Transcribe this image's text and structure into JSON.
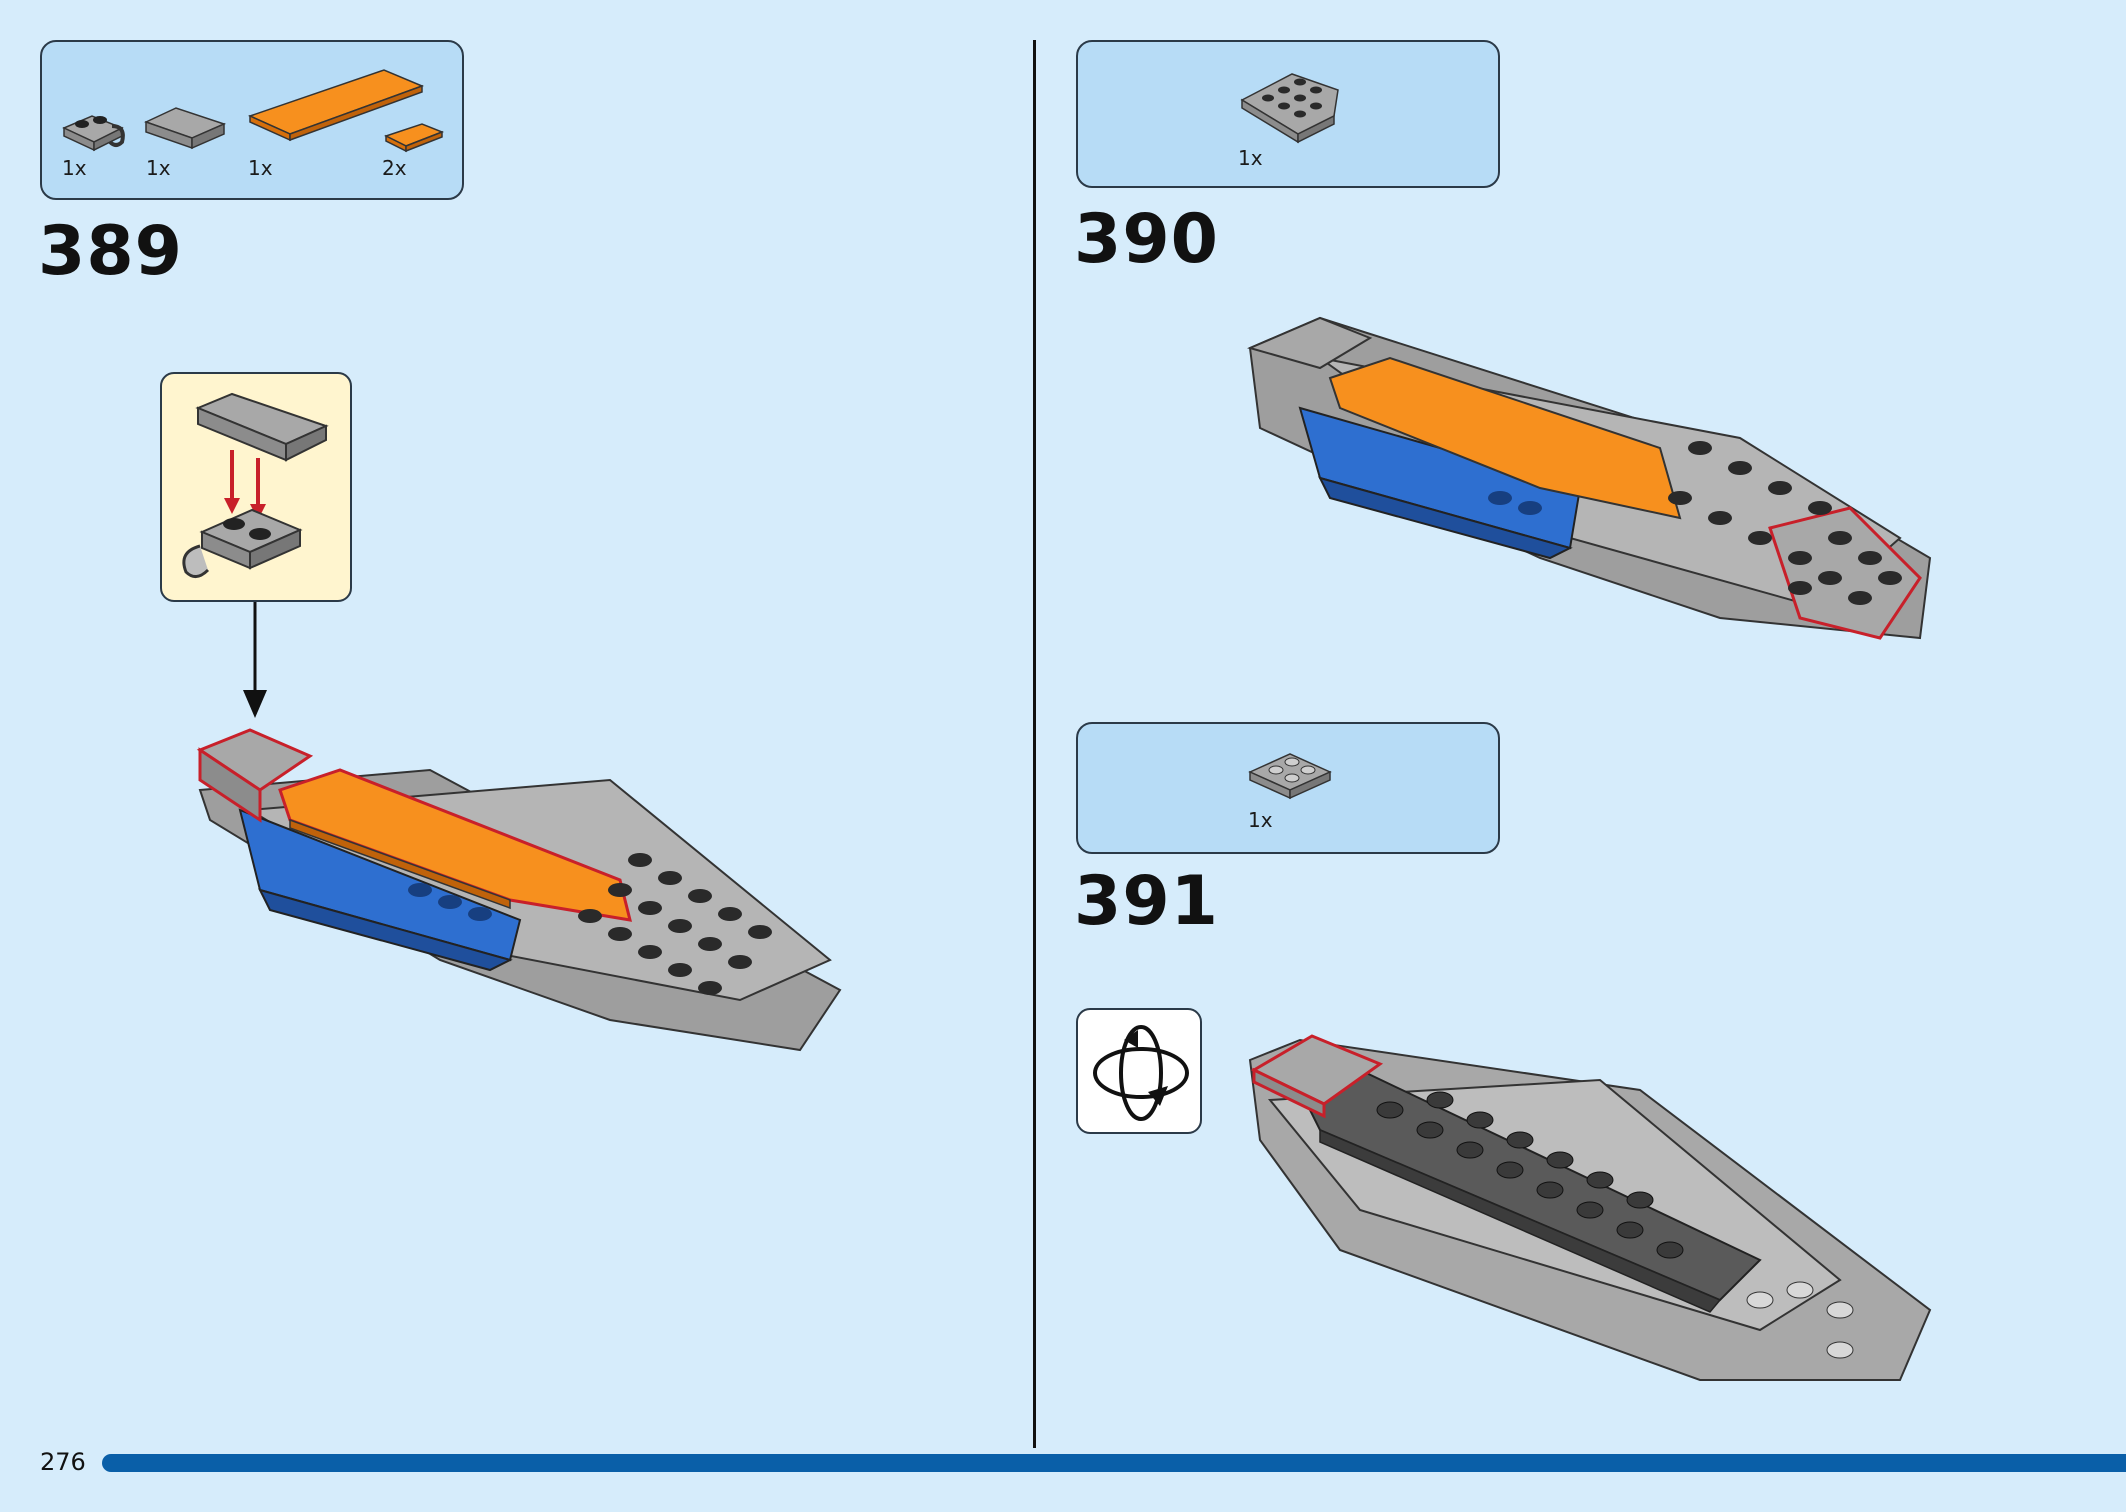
{
  "page_number": "276",
  "steps": [
    {
      "number": "389",
      "parts": [
        {
          "qty": "1x",
          "icon": "plate-clip-icon",
          "color": "#9b9b9b"
        },
        {
          "qty": "1x",
          "icon": "curved-slope-icon",
          "color": "#9b9b9b"
        },
        {
          "qty": "1x",
          "icon": "tile-orange-long-icon",
          "color": "#f7901e"
        },
        {
          "qty": "2x",
          "icon": "tile-orange-small-icon",
          "color": "#f7901e"
        }
      ]
    },
    {
      "number": "390",
      "parts": [
        {
          "qty": "1x",
          "icon": "round-corner-plate-icon",
          "color": "#9b9b9b"
        }
      ]
    },
    {
      "number": "391",
      "parts": [
        {
          "qty": "1x",
          "icon": "plate-2x2-icon",
          "color": "#9b9b9b"
        }
      ]
    }
  ],
  "colors": {
    "background": "#d6ecfb",
    "parts_box": "#b7dcf6",
    "callout": "#fff5cf",
    "progress": "#0a5fa8",
    "highlight": "#c8202a",
    "grey": "#a0a0a0",
    "orange": "#f7901e",
    "blue": "#2e6fd0"
  }
}
